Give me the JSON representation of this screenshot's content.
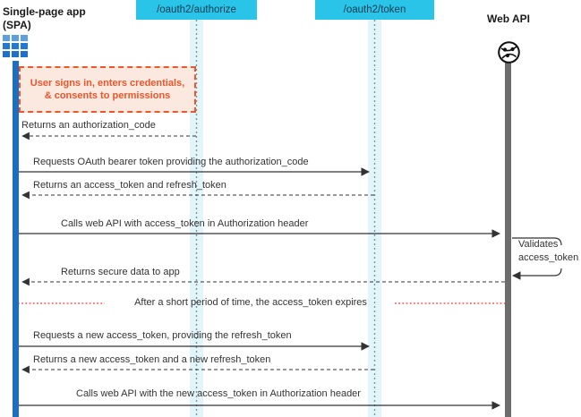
{
  "participants": {
    "spa": {
      "name": "Single-page app\n(SPA)",
      "icon": "app-grid-icon"
    },
    "authorize_endpoint": {
      "name": "/oauth2/authorize"
    },
    "token_endpoint": {
      "name": "/oauth2/token"
    },
    "web_api": {
      "name": "Web API",
      "icon": "globe-network-icon"
    }
  },
  "note": {
    "text": "User signs in, enters credentials, & consents to permissions"
  },
  "messages": [
    {
      "label": "Returns an authorization_code",
      "from": "authorize_endpoint",
      "to": "spa",
      "style": "dashed-return"
    },
    {
      "label": "Requests OAuth bearer token providing the authorization_code",
      "from": "spa",
      "to": "token_endpoint",
      "style": "solid"
    },
    {
      "label": "Returns an access_token and refresh_token",
      "from": "token_endpoint",
      "to": "spa",
      "style": "dashed-return"
    },
    {
      "label": "Calls web API with access_token in Authorization header",
      "from": "spa",
      "to": "web_api",
      "style": "solid"
    },
    {
      "label": "Validates\naccess_token",
      "from": "web_api",
      "to": "web_api",
      "style": "self-call"
    },
    {
      "label": "Returns secure data to app",
      "from": "web_api",
      "to": "spa",
      "style": "dashed-return"
    },
    {
      "label": "Requests a new access_token, providing the refresh_token",
      "from": "spa",
      "to": "token_endpoint",
      "style": "solid"
    },
    {
      "label": "Returns a new access_token and a new refresh_token",
      "from": "token_endpoint",
      "to": "spa",
      "style": "dashed-return"
    },
    {
      "label": "Calls web API with the new access_token in Authorization header",
      "from": "spa",
      "to": "web_api",
      "style": "solid"
    }
  ],
  "divider": {
    "label": "After a short period of time, the access_token expires"
  },
  "colors": {
    "endpoint_box": "#2bc4e9",
    "endpoint_text": "#113c52",
    "lifeline_band": "#e2f5fb",
    "spa_activation": "#1b6ec0",
    "api_activation": "#6d6d6d",
    "note_border": "#e8572d",
    "note_fill": "#fbe8df",
    "divider": "#fb5151",
    "arrow": "#333333"
  }
}
